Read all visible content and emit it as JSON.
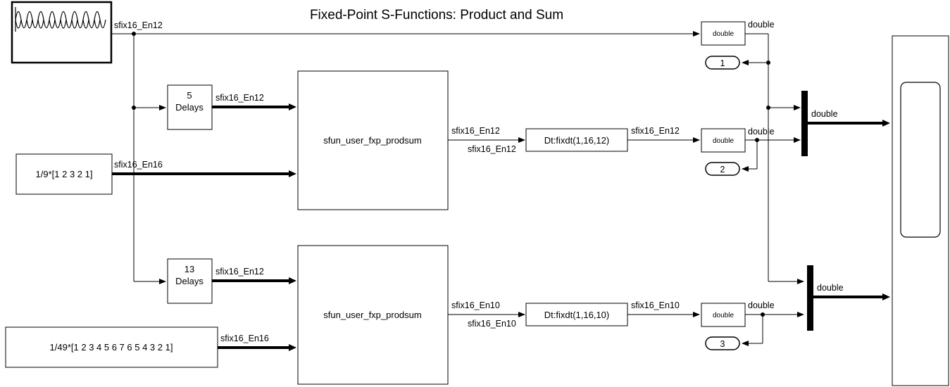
{
  "title": "Fixed-Point S-Functions: Product and Sum",
  "blocks": {
    "delay5_top": "5",
    "delay5_bottom": "Delays",
    "delay13_top": "13",
    "delay13_bottom": "Delays",
    "const_16": "1/9*[1 2 3 2 1]",
    "const_49": "1/49*[1 2 3 4 5 6 7 6 5 4 3 2 1]",
    "sfun_1": "sfun_user_fxp_prodsum",
    "sfun_2": "sfun_user_fxp_prodsum",
    "dtc_1": "Dt:fixdt(1,16,12)",
    "dtc_2": "Dt:fixdt(1,16,10)",
    "conv_top": "double",
    "conv_mid": "double",
    "conv_bot": "double",
    "out_1": "1",
    "out_2": "2",
    "out_3": "3"
  },
  "signals": {
    "src_out": "sfix16_En12",
    "delay5_out": "sfix16_En12",
    "const16_out": "sfix16_En16",
    "sfun1_out_a": "sfix16_En12",
    "sfun1_out_b": "sfix16_En12",
    "dtc1_out": "sfix16_En12",
    "delay13_out": "sfix16_En12",
    "const49_out": "sfix16_En16",
    "sfun2_out_a": "sfix16_En10",
    "sfun2_out_b": "sfix16_En10",
    "dtc2_out": "sfix16_En10",
    "conv_top_out": "double",
    "conv_mid_out": "double",
    "conv_bot_out": "double",
    "mux1_out": "double",
    "mux2_out": "double"
  }
}
